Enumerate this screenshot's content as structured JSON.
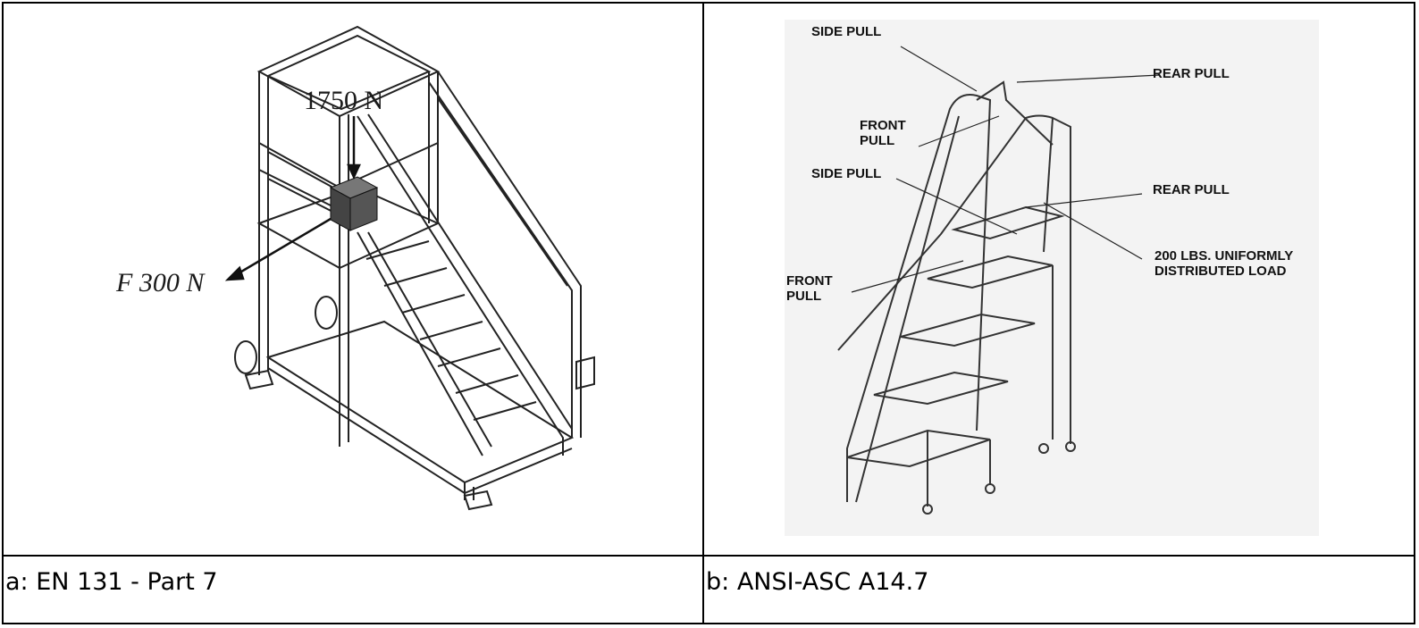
{
  "captions": {
    "a": "a: EN 131 - Part 7",
    "b": "b: ANSI-ASC A14.7"
  },
  "figure_a": {
    "load_vertical": "1750 N",
    "load_horizontal": "F 300 N"
  },
  "figure_b": {
    "labels": {
      "side_pull_top": "SIDE PULL",
      "rear_pull_top": "REAR PULL",
      "front_pull_top": "FRONT\nPULL",
      "side_pull_mid": "SIDE PULL",
      "rear_pull_mid": "REAR PULL",
      "uniform_load": "200 LBS. UNIFORMLY\nDISTRIBUTED LOAD",
      "front_pull_low": "FRONT\nPULL"
    }
  }
}
